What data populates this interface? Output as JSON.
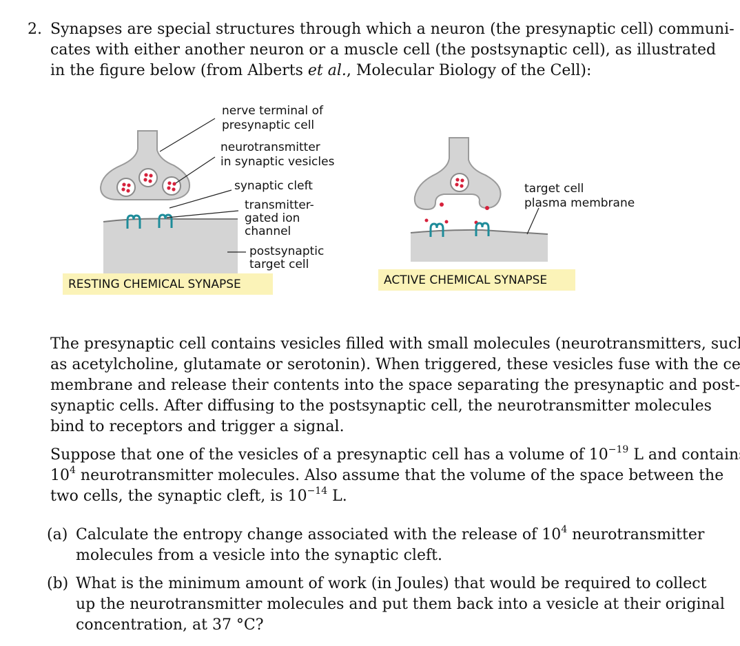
{
  "problem": {
    "number": "2.",
    "intro_lines": [
      "Synapses are special structures through which a neuron (the presynaptic cell) communi-",
      "cates with either another neuron or a muscle cell (the postsynaptic cell), as illustrated"
    ],
    "intro_last_pre": "in the figure below (from Alberts ",
    "intro_last_em": "et al.",
    "intro_last_post": ", Molecular Biology of the Cell):",
    "para2_lines": [
      "The presynaptic cell contains vesicles filled with small molecules (neurotransmitters, such",
      "as acetylcholine, glutamate or serotonin). When triggered, these vesicles fuse with the cell",
      "membrane and release their contents into the space separating the presynaptic and post-",
      "synaptic cells. After diffusing to the postsynaptic cell, the neurotransmitter molecules",
      "bind to receptors and trigger a signal."
    ],
    "para3": {
      "l1_a": "Suppose that one of the vesicles of a presynaptic cell has a volume of 10",
      "l1_exp": "−19",
      "l1_b": " L and contains",
      "l2_a": "10",
      "l2_exp": "4",
      "l2_b": " neurotransmitter molecules. Also assume that the volume of the space between the",
      "l3_a": "two cells, the synaptic cleft, is 10",
      "l3_exp": "−14",
      "l3_b": " L."
    },
    "items": [
      {
        "label": "(a)",
        "l1_a": "Calculate the entropy change associated with the release of 10",
        "l1_exp": "4",
        "l1_b": " neurotransmitter",
        "l2": "molecules from a vesicle into the synaptic cleft."
      },
      {
        "label": "(b)",
        "l1": "What is the minimum amount of work (in Joules) that would be required to collect",
        "l2": "up the neurotransmitter molecules and put them back into a vesicle at their original",
        "l3": "concentration, at 37 °C?"
      }
    ]
  },
  "figure": {
    "labels": {
      "nerve_terminal_1": "nerve terminal of",
      "nerve_terminal_2": "presynaptic cell",
      "neurotransmitter_1": "neurotransmitter",
      "neurotransmitter_2": "in synaptic vesicles",
      "synaptic_cleft": "synaptic cleft",
      "channel_1": "transmitter-",
      "channel_2": "gated ion",
      "channel_3": "channel",
      "postsynaptic_1": "postsynaptic",
      "postsynaptic_2": "target cell",
      "target_membrane_1": "target cell",
      "target_membrane_2": "plasma membrane"
    },
    "captions": {
      "resting": "RESTING CHEMICAL SYNAPSE",
      "active": "ACTIVE CHEMICAL SYNAPSE"
    },
    "colors": {
      "cell_fill": "#d4d4d4",
      "cell_stroke": "#9a9a9a",
      "membrane": "#7a7a7a",
      "channel": "#1e8c9a",
      "transmitter": "#d6213b",
      "caption_bg": "#fbf3b8"
    }
  }
}
